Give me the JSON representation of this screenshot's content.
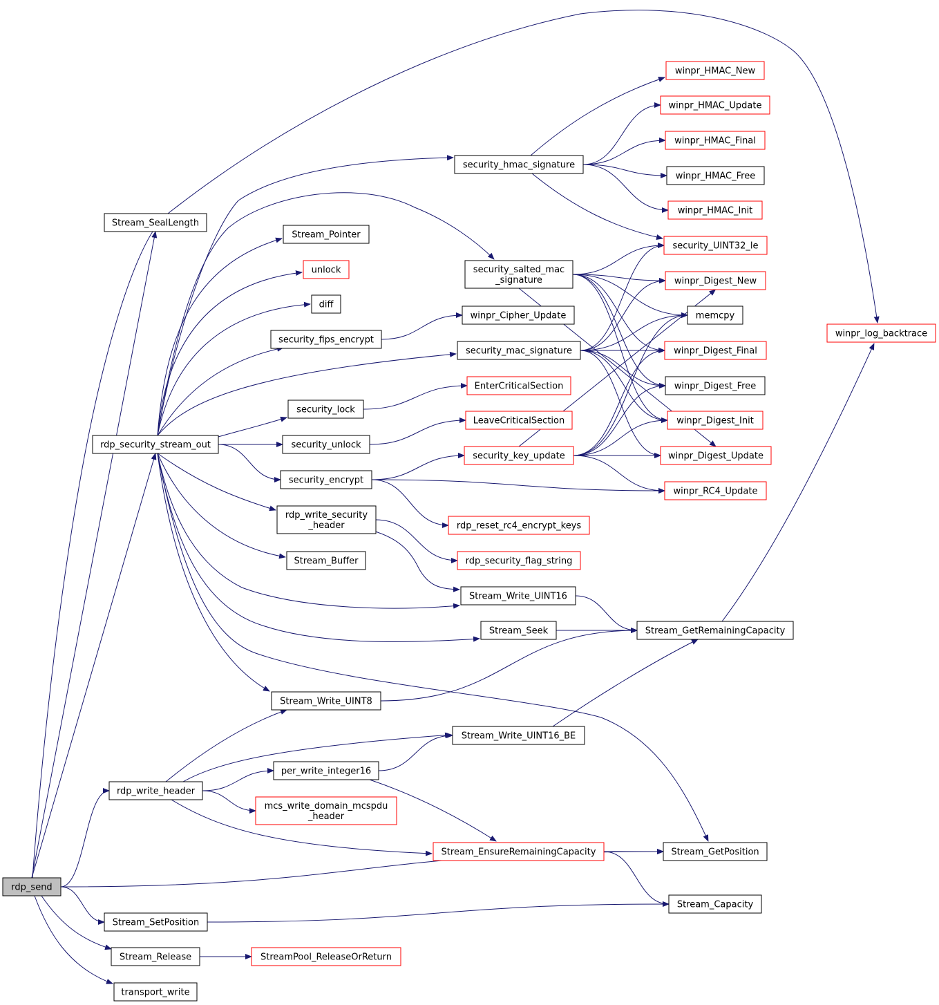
{
  "colors": {
    "edge": "#191970",
    "node_border": "#000000",
    "node_external_border": "#ff0000",
    "root_fill": "#bfbfbf",
    "node_fill": "#ffffff"
  },
  "nodes": {
    "rdp_send": {
      "lines": [
        "rdp_send"
      ],
      "kind": "root"
    },
    "Stream_SealLength": {
      "lines": [
        "Stream_SealLength"
      ],
      "kind": "normal"
    },
    "rdp_security_stream_out": {
      "lines": [
        "rdp_security_stream_out"
      ],
      "kind": "normal"
    },
    "rdp_write_header": {
      "lines": [
        "rdp_write_header"
      ],
      "kind": "normal"
    },
    "Stream_SetPosition": {
      "lines": [
        "Stream_SetPosition"
      ],
      "kind": "normal"
    },
    "Stream_Release": {
      "lines": [
        "Stream_Release"
      ],
      "kind": "normal"
    },
    "transport_write": {
      "lines": [
        "transport_write"
      ],
      "kind": "normal"
    },
    "Stream_Pointer": {
      "lines": [
        "Stream_Pointer"
      ],
      "kind": "normal"
    },
    "unlock": {
      "lines": [
        "unlock"
      ],
      "kind": "external"
    },
    "diff": {
      "lines": [
        "diff"
      ],
      "kind": "normal"
    },
    "security_fips_encrypt": {
      "lines": [
        "security_fips_encrypt"
      ],
      "kind": "normal"
    },
    "security_lock": {
      "lines": [
        "security_lock"
      ],
      "kind": "normal"
    },
    "security_unlock": {
      "lines": [
        "security_unlock"
      ],
      "kind": "normal"
    },
    "security_encrypt": {
      "lines": [
        "security_encrypt"
      ],
      "kind": "normal"
    },
    "rdp_write_security_header": {
      "lines": [
        "rdp_write_security",
        "_header"
      ],
      "kind": "normal"
    },
    "Stream_Buffer": {
      "lines": [
        "Stream_Buffer"
      ],
      "kind": "normal"
    },
    "Stream_Write_UINT8": {
      "lines": [
        "Stream_Write_UINT8"
      ],
      "kind": "normal"
    },
    "per_write_integer16": {
      "lines": [
        "per_write_integer16"
      ],
      "kind": "normal"
    },
    "mcs_write_domain_mcspdu_header": {
      "lines": [
        "mcs_write_domain_mcspdu",
        "_header"
      ],
      "kind": "external"
    },
    "StreamPool_ReleaseOrReturn": {
      "lines": [
        "StreamPool_ReleaseOrReturn"
      ],
      "kind": "external"
    },
    "security_hmac_signature": {
      "lines": [
        "security_hmac_signature"
      ],
      "kind": "normal"
    },
    "security_salted_mac_signature": {
      "lines": [
        "security_salted_mac",
        "_signature"
      ],
      "kind": "normal"
    },
    "winpr_Cipher_Update": {
      "lines": [
        "winpr_Cipher_Update"
      ],
      "kind": "normal"
    },
    "security_mac_signature": {
      "lines": [
        "security_mac_signature"
      ],
      "kind": "normal"
    },
    "EnterCriticalSection": {
      "lines": [
        "EnterCriticalSection"
      ],
      "kind": "external"
    },
    "LeaveCriticalSection": {
      "lines": [
        "LeaveCriticalSection"
      ],
      "kind": "external"
    },
    "security_key_update": {
      "lines": [
        "security_key_update"
      ],
      "kind": "external"
    },
    "rdp_reset_rc4_encrypt_keys": {
      "lines": [
        "rdp_reset_rc4_encrypt_keys"
      ],
      "kind": "external"
    },
    "rdp_security_flag_string": {
      "lines": [
        "rdp_security_flag_string"
      ],
      "kind": "external"
    },
    "Stream_Write_UINT16": {
      "lines": [
        "Stream_Write_UINT16"
      ],
      "kind": "normal"
    },
    "Stream_Seek": {
      "lines": [
        "Stream_Seek"
      ],
      "kind": "normal"
    },
    "Stream_Write_UINT16_BE": {
      "lines": [
        "Stream_Write_UINT16_BE"
      ],
      "kind": "normal"
    },
    "Stream_EnsureRemainingCapacity": {
      "lines": [
        "Stream_EnsureRemainingCapacity"
      ],
      "kind": "external"
    },
    "winpr_HMAC_New": {
      "lines": [
        "winpr_HMAC_New"
      ],
      "kind": "external"
    },
    "winpr_HMAC_Update": {
      "lines": [
        "winpr_HMAC_Update"
      ],
      "kind": "external"
    },
    "winpr_HMAC_Final": {
      "lines": [
        "winpr_HMAC_Final"
      ],
      "kind": "external"
    },
    "winpr_HMAC_Free": {
      "lines": [
        "winpr_HMAC_Free"
      ],
      "kind": "normal"
    },
    "winpr_HMAC_Init": {
      "lines": [
        "winpr_HMAC_Init"
      ],
      "kind": "external"
    },
    "security_UINT32_le": {
      "lines": [
        "security_UINT32_le"
      ],
      "kind": "external"
    },
    "winpr_Digest_New": {
      "lines": [
        "winpr_Digest_New"
      ],
      "kind": "external"
    },
    "memcpy": {
      "lines": [
        "memcpy"
      ],
      "kind": "normal"
    },
    "winpr_Digest_Final": {
      "lines": [
        "winpr_Digest_Final"
      ],
      "kind": "external"
    },
    "winpr_Digest_Free": {
      "lines": [
        "winpr_Digest_Free"
      ],
      "kind": "normal"
    },
    "winpr_Digest_Init": {
      "lines": [
        "winpr_Digest_Init"
      ],
      "kind": "external"
    },
    "winpr_Digest_Update": {
      "lines": [
        "winpr_Digest_Update"
      ],
      "kind": "external"
    },
    "winpr_RC4_Update": {
      "lines": [
        "winpr_RC4_Update"
      ],
      "kind": "external"
    },
    "Stream_GetRemainingCapacity": {
      "lines": [
        "Stream_GetRemainingCapacity"
      ],
      "kind": "normal"
    },
    "Stream_GetPosition": {
      "lines": [
        "Stream_GetPosition"
      ],
      "kind": "normal"
    },
    "Stream_Capacity": {
      "lines": [
        "Stream_Capacity"
      ],
      "kind": "normal"
    },
    "winpr_log_backtrace": {
      "lines": [
        "winpr_log_backtrace"
      ],
      "kind": "external"
    }
  },
  "edges": [
    [
      "rdp_send",
      "Stream_SealLength"
    ],
    [
      "rdp_send",
      "rdp_security_stream_out"
    ],
    [
      "rdp_send",
      "rdp_write_header"
    ],
    [
      "rdp_send",
      "Stream_GetPosition"
    ],
    [
      "rdp_send",
      "Stream_SetPosition"
    ],
    [
      "rdp_send",
      "Stream_Release"
    ],
    [
      "rdp_send",
      "transport_write"
    ],
    [
      "rdp_send",
      "winpr_log_backtrace"
    ],
    [
      "Stream_SealLength",
      "winpr_log_backtrace"
    ],
    [
      "rdp_security_stream_out",
      "security_hmac_signature"
    ],
    [
      "rdp_security_stream_out",
      "security_salted_mac_signature"
    ],
    [
      "rdp_security_stream_out",
      "Stream_Pointer"
    ],
    [
      "rdp_security_stream_out",
      "unlock"
    ],
    [
      "rdp_security_stream_out",
      "diff"
    ],
    [
      "rdp_security_stream_out",
      "security_fips_encrypt"
    ],
    [
      "rdp_security_stream_out",
      "security_mac_signature"
    ],
    [
      "rdp_security_stream_out",
      "security_lock"
    ],
    [
      "rdp_security_stream_out",
      "security_unlock"
    ],
    [
      "rdp_security_stream_out",
      "security_encrypt"
    ],
    [
      "rdp_security_stream_out",
      "rdp_write_security_header"
    ],
    [
      "rdp_security_stream_out",
      "Stream_Buffer"
    ],
    [
      "rdp_security_stream_out",
      "Stream_Write_UINT16"
    ],
    [
      "rdp_security_stream_out",
      "Stream_Seek"
    ],
    [
      "rdp_security_stream_out",
      "Stream_Write_UINT8"
    ],
    [
      "rdp_security_stream_out",
      "Stream_GetPosition"
    ],
    [
      "rdp_write_header",
      "Stream_Write_UINT8"
    ],
    [
      "rdp_write_header",
      "Stream_Write_UINT16_BE"
    ],
    [
      "rdp_write_header",
      "per_write_integer16"
    ],
    [
      "rdp_write_header",
      "mcs_write_domain_mcspdu_header"
    ],
    [
      "rdp_write_header",
      "Stream_EnsureRemainingCapacity"
    ],
    [
      "Stream_SetPosition",
      "Stream_Capacity"
    ],
    [
      "Stream_Release",
      "StreamPool_ReleaseOrReturn"
    ],
    [
      "security_hmac_signature",
      "winpr_HMAC_New"
    ],
    [
      "security_hmac_signature",
      "winpr_HMAC_Update"
    ],
    [
      "security_hmac_signature",
      "winpr_HMAC_Final"
    ],
    [
      "security_hmac_signature",
      "winpr_HMAC_Free"
    ],
    [
      "security_hmac_signature",
      "winpr_HMAC_Init"
    ],
    [
      "security_hmac_signature",
      "security_UINT32_le"
    ],
    [
      "security_salted_mac_signature",
      "security_UINT32_le"
    ],
    [
      "security_salted_mac_signature",
      "winpr_Digest_New"
    ],
    [
      "security_salted_mac_signature",
      "memcpy"
    ],
    [
      "security_salted_mac_signature",
      "winpr_Digest_Final"
    ],
    [
      "security_salted_mac_signature",
      "winpr_Digest_Free"
    ],
    [
      "security_salted_mac_signature",
      "winpr_Digest_Init"
    ],
    [
      "security_salted_mac_signature",
      "winpr_Digest_Update"
    ],
    [
      "security_fips_encrypt",
      "winpr_Cipher_Update"
    ],
    [
      "security_mac_signature",
      "security_UINT32_le"
    ],
    [
      "security_mac_signature",
      "winpr_Digest_New"
    ],
    [
      "security_mac_signature",
      "memcpy"
    ],
    [
      "security_mac_signature",
      "winpr_Digest_Final"
    ],
    [
      "security_mac_signature",
      "winpr_Digest_Free"
    ],
    [
      "security_mac_signature",
      "winpr_Digest_Init"
    ],
    [
      "security_mac_signature",
      "winpr_Digest_Update"
    ],
    [
      "security_lock",
      "EnterCriticalSection"
    ],
    [
      "security_unlock",
      "LeaveCriticalSection"
    ],
    [
      "security_encrypt",
      "security_key_update"
    ],
    [
      "security_encrypt",
      "winpr_RC4_Update"
    ],
    [
      "security_encrypt",
      "rdp_reset_rc4_encrypt_keys"
    ],
    [
      "security_key_update",
      "memcpy"
    ],
    [
      "security_key_update",
      "winpr_Digest_New"
    ],
    [
      "security_key_update",
      "winpr_Digest_Final"
    ],
    [
      "security_key_update",
      "winpr_Digest_Free"
    ],
    [
      "security_key_update",
      "winpr_Digest_Init"
    ],
    [
      "security_key_update",
      "winpr_Digest_Update"
    ],
    [
      "security_key_update",
      "winpr_RC4_Update"
    ],
    [
      "rdp_write_security_header",
      "rdp_security_flag_string"
    ],
    [
      "rdp_write_security_header",
      "Stream_Write_UINT16"
    ],
    [
      "Stream_Write_UINT16",
      "Stream_GetRemainingCapacity"
    ],
    [
      "Stream_Seek",
      "Stream_GetRemainingCapacity"
    ],
    [
      "Stream_Write_UINT8",
      "Stream_GetRemainingCapacity"
    ],
    [
      "Stream_Write_UINT16_BE",
      "Stream_GetRemainingCapacity"
    ],
    [
      "per_write_integer16",
      "Stream_Write_UINT16_BE"
    ],
    [
      "per_write_integer16",
      "Stream_EnsureRemainingCapacity"
    ],
    [
      "Stream_EnsureRemainingCapacity",
      "Stream_GetPosition"
    ],
    [
      "Stream_EnsureRemainingCapacity",
      "Stream_Capacity"
    ],
    [
      "Stream_GetRemainingCapacity",
      "winpr_log_backtrace"
    ]
  ]
}
